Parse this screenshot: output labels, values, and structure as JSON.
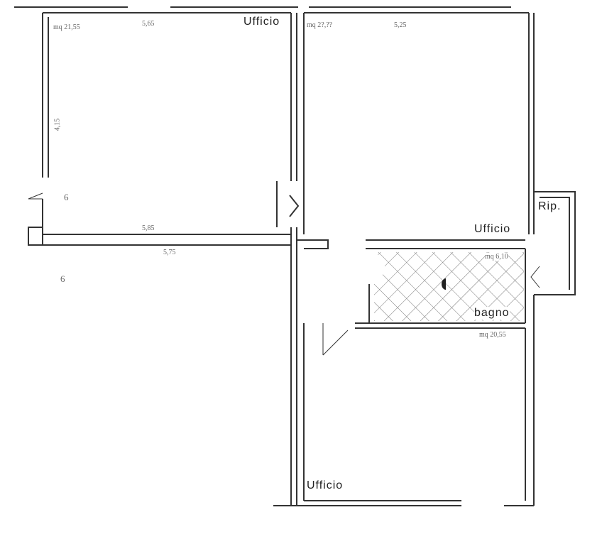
{
  "rooms": [
    {
      "name": "Ufficio",
      "area": "mq 21,55",
      "dim": "5,65"
    },
    {
      "name": "Ufficio",
      "area": "mq 2?,??",
      "dim": "5,25"
    },
    {
      "name": "Rip."
    },
    {
      "name": "bagno",
      "area": "mq 6,10"
    },
    {
      "name": "Ufficio",
      "area": "mq 20,55"
    }
  ],
  "dims": {
    "d1": "5,85",
    "d2": "5,75",
    "d3": "6",
    "d4": "6",
    "d5": "4,15"
  },
  "colors": {
    "wall": "#333333",
    "hatch": "#777777"
  }
}
